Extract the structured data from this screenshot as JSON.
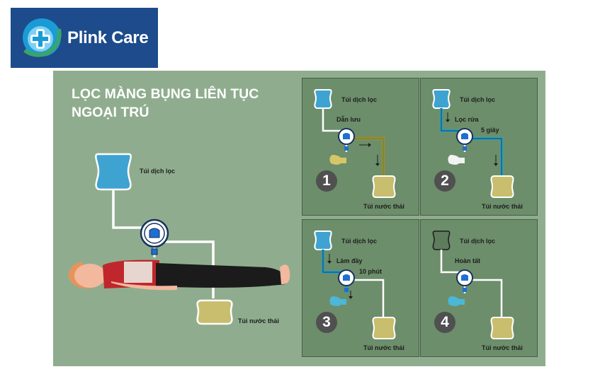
{
  "brand": {
    "name": "Plink Care",
    "colors": {
      "brand_blue": "#1d4b8c",
      "accent_green": "#3aa46b",
      "accent_cyan": "#1fa3cc"
    }
  },
  "diagram": {
    "title_line1": "LỌC MÀNG BỤNG LIÊN TỤC",
    "title_line2": "NGOẠI TRÚ",
    "main": {
      "bag_top_label": "Túi dịch lọc",
      "bag_bottom_label": "Túi nước thải"
    },
    "steps": [
      {
        "number": "1",
        "bag_top_label": "Túi dịch lọc",
        "action": "Dẫn lưu",
        "time": "",
        "bag_bottom_label": "Túi nước thải"
      },
      {
        "number": "2",
        "bag_top_label": "Túi dịch lọc",
        "action": "Lọc rửa",
        "time": "5 giây",
        "bag_bottom_label": "Túi nước thải"
      },
      {
        "number": "3",
        "bag_top_label": "Túi dịch lọc",
        "action": "Làm đầy",
        "time": "10 phút",
        "bag_bottom_label": "Túi nước thải"
      },
      {
        "number": "4",
        "bag_top_label": "Túi dịch lọc",
        "action": "Hoàn tất",
        "time": "",
        "bag_bottom_label": "Túi nước thải"
      }
    ]
  }
}
